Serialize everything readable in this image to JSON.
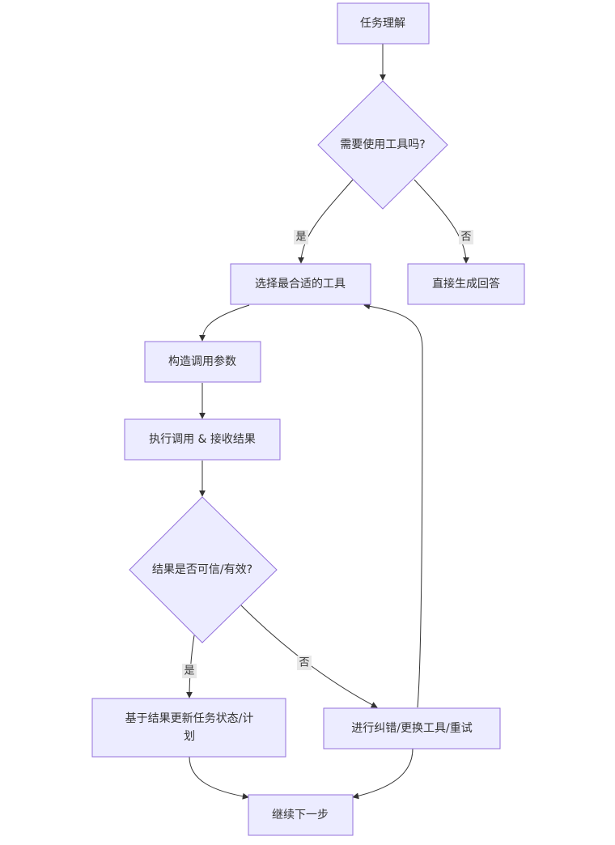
{
  "diagram": {
    "nodes": {
      "task_understanding": "任务理解",
      "need_tool": "需要使用工具吗?",
      "select_tool": "选择最合适的工具",
      "direct_answer": "直接生成回答",
      "build_params": "构造调用参数",
      "execute_call": "执行调用 & 接收结果",
      "result_valid": "结果是否可信/有效?",
      "update_state_line1": "基于结果更新任务状态/计",
      "update_state_line2": "划",
      "correct_retry": "进行纠错/更换工具/重试",
      "next_step": "继续下一步"
    },
    "edge_labels": {
      "need_tool_yes": "是",
      "need_tool_no": "否",
      "valid_yes": "是",
      "valid_no": "否"
    },
    "colors": {
      "node_fill": "#ececff",
      "node_stroke": "#9370db",
      "edge": "#333333",
      "label_bg": "#e8e8e8"
    }
  }
}
